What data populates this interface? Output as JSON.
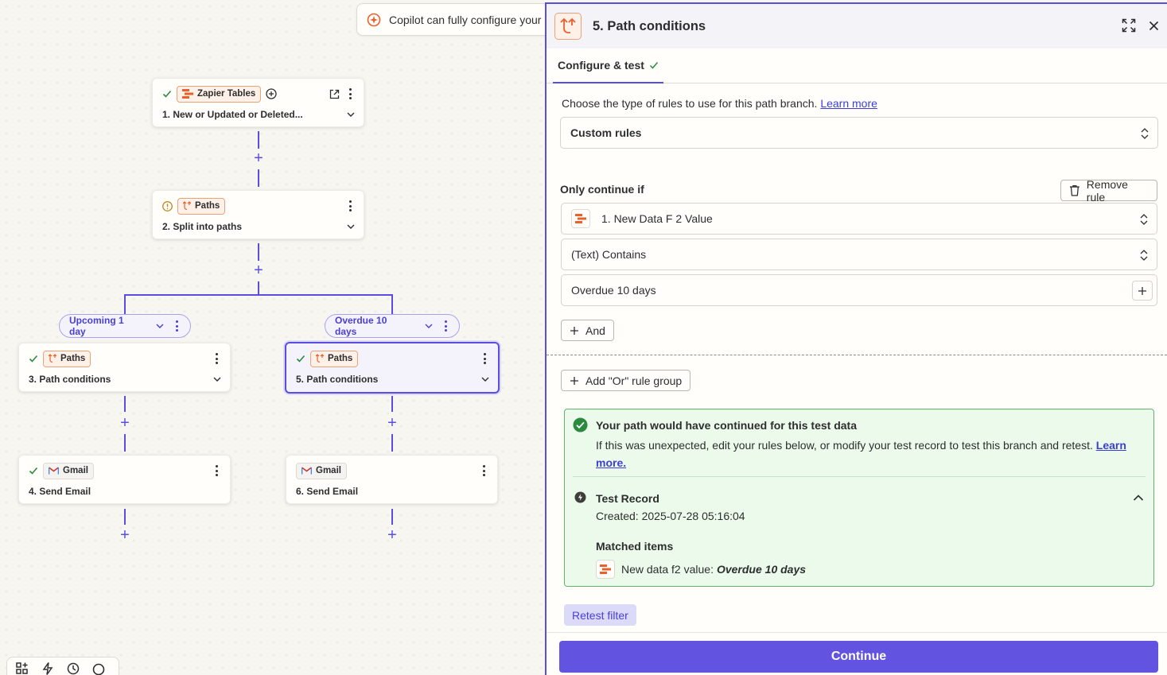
{
  "copilot": {
    "text": "Copilot can fully configure your"
  },
  "nodes": [
    {
      "app": "Zapier Tables",
      "step": "1. New or Updated or Deleted..."
    },
    {
      "app": "Paths",
      "step": "2. Split into paths"
    },
    {
      "app": "Paths",
      "step": "3. Path conditions"
    },
    {
      "app": "Gmail",
      "step": "4. Send Email"
    },
    {
      "app": "Paths",
      "step": "5. Path conditions"
    },
    {
      "app": "Gmail",
      "step": "6. Send Email"
    }
  ],
  "branches": {
    "left": "Upcoming 1 day",
    "right": "Overdue 10 days"
  },
  "panel": {
    "title": "5. Path conditions",
    "tab": "Configure & test",
    "rule_type_prompt": "Choose the type of rules to use for this path branch.",
    "learn_more": "Learn more",
    "rule_type_value": "Custom rules",
    "only_continue_if": "Only continue if",
    "remove_rule": "Remove rule",
    "field_value": "1. New Data F 2 Value",
    "condition_value": "(Text) Contains",
    "compare_value": "Overdue 10 days",
    "and_label": "And",
    "or_label": "Add \"Or\" rule group",
    "result": {
      "heading": "Your path would have continued for this test data",
      "message": "If this was unexpected, edit your rules below, or modify your test record to test this branch and retest.",
      "learn_more": "Learn more.",
      "record_title": "Test Record",
      "created": "Created: 2025-07-28 05:16:04",
      "matched_title": "Matched items",
      "matched_label": "New data f2 value:",
      "matched_value": "Overdue 10 days"
    },
    "retest": "Retest filter",
    "continue": "Continue"
  },
  "colors": {
    "accent": "#5a4ee0",
    "orange": "#e8612c",
    "success": "#2b8a3e"
  }
}
